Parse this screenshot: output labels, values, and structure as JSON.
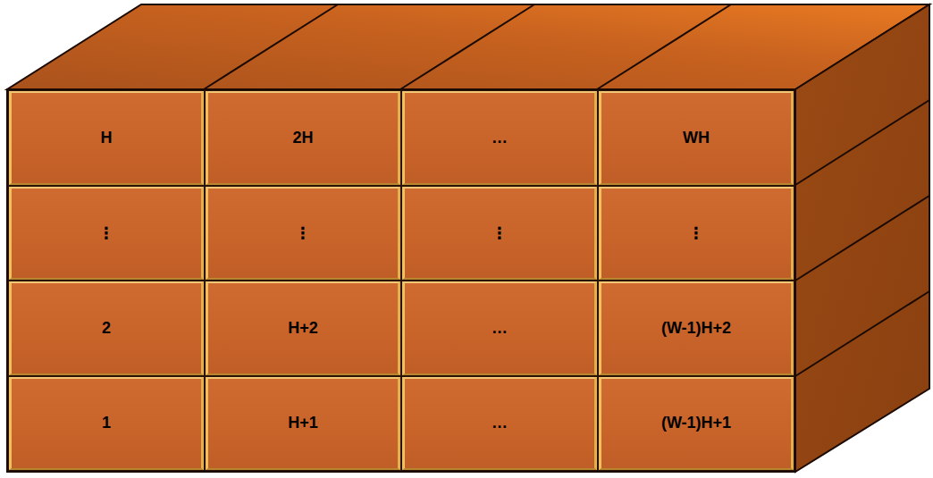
{
  "diagram": {
    "nodes": [
      {
        "text": [
          "H"
        ]
      },
      {
        "text": [
          "2H"
        ]
      },
      {
        "text": [
          "…"
        ]
      },
      {
        "text": [
          "WH"
        ]
      },
      {
        "text": [
          "⋮"
        ]
      },
      {
        "text": [
          "⋮"
        ]
      },
      {
        "text": [
          "⋮"
        ]
      },
      {
        "text": [
          "⋮"
        ]
      },
      {
        "text": [
          "2"
        ]
      },
      {
        "text": [
          "H+2"
        ]
      },
      {
        "text": [
          "…"
        ]
      },
      {
        "text": [
          "(W-1)H+2"
        ]
      },
      {
        "text": [
          "1"
        ]
      },
      {
        "text": [
          "H+1"
        ]
      },
      {
        "text": [
          "…"
        ]
      },
      {
        "text": [
          "(W-1)H+1"
        ]
      }
    ]
  }
}
